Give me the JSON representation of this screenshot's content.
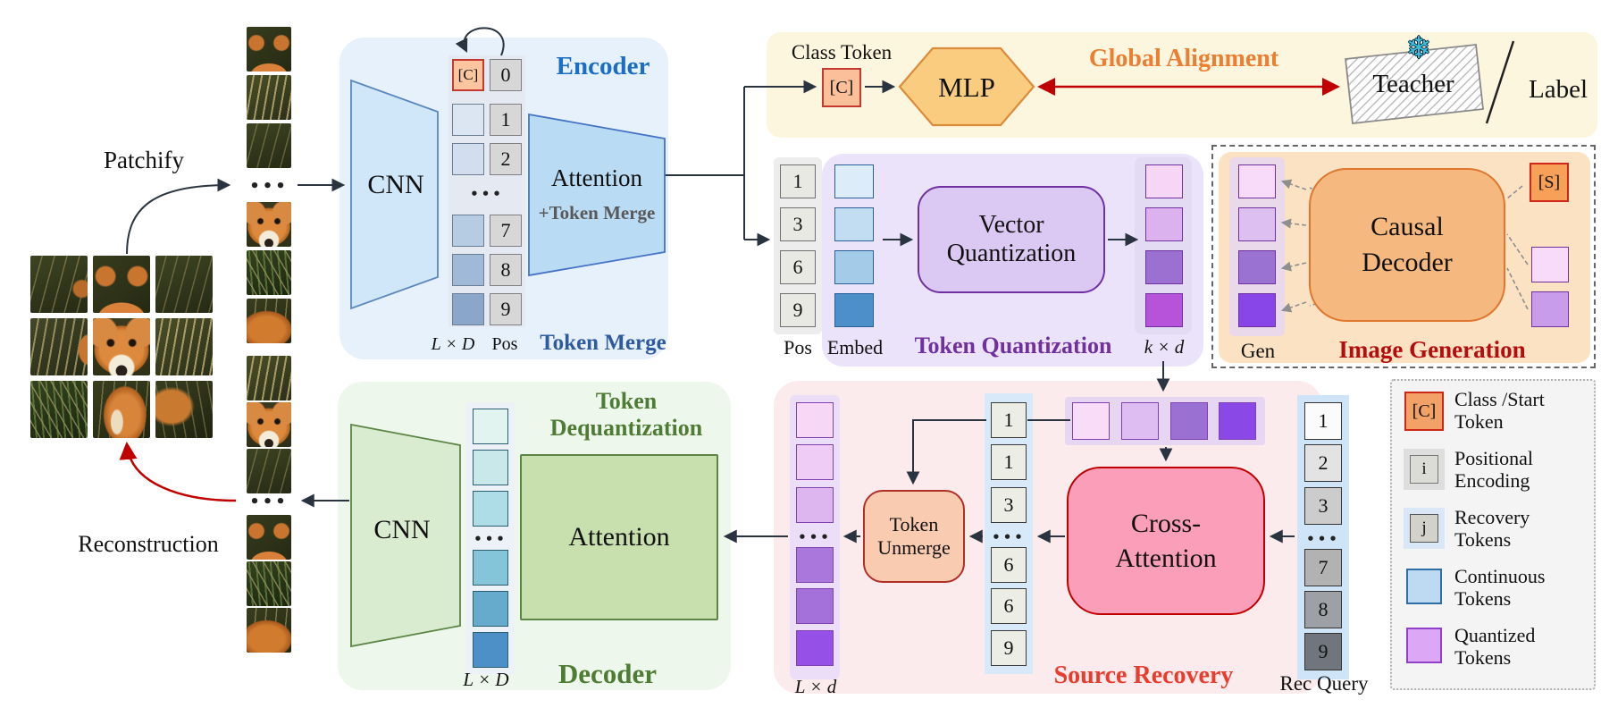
{
  "ellipsis": "•••",
  "left": {
    "patchify": "Patchify",
    "reconstruction": "Reconstruction"
  },
  "encoder": {
    "title": "Encoder",
    "cnn": "CNN",
    "attention": "Attention",
    "attention_sub": "+Token Merge",
    "class_token": "[C]",
    "positions": [
      "0",
      "1",
      "2",
      "7",
      "8",
      "9"
    ],
    "dims": "L × D",
    "pos_label": "Pos",
    "footer": "Token Merge"
  },
  "alignment": {
    "class_token_label": "Class Token",
    "class_token": "[C]",
    "mlp": "MLP",
    "title": "Global Alignment",
    "teacher": "Teacher",
    "separator": "/",
    "label": "Label",
    "frozen_icon": "❄"
  },
  "quantization": {
    "pos_values": [
      "1",
      "3",
      "6",
      "9"
    ],
    "pos_label": "Pos",
    "embed_label": "Embed",
    "vq_line1": "Vector",
    "vq_line2": "Quantization",
    "title": "Token Quantization",
    "dims": "k × d"
  },
  "generation": {
    "gen_label": "Gen",
    "decoder_line1": "Causal",
    "decoder_line2": "Decoder",
    "start_token": "[S]",
    "title": "Image Generation"
  },
  "decoder": {
    "cnn": "CNN",
    "attention": "Attention",
    "title_line1": "Token",
    "title_line2": "Dequantization",
    "dims": "L × D",
    "footer": "Decoder"
  },
  "recovery": {
    "unmerge_line1": "Token",
    "unmerge_line2": "Unmerge",
    "mid_values": [
      "1",
      "1",
      "3",
      "6",
      "6",
      "9"
    ],
    "ca_line1": "Cross-",
    "ca_line2": "Attention",
    "rec_values": [
      "1",
      "2",
      "3",
      "7",
      "8",
      "9"
    ],
    "rec_label": "Rec Query",
    "dims": "L × d",
    "title": "Source Recovery"
  },
  "legend": {
    "items": [
      {
        "symbol": "[C]",
        "line1": "Class /Start",
        "line2": "Token"
      },
      {
        "symbol": "i",
        "line1": "Positional",
        "line2": "Encoding"
      },
      {
        "symbol": "j",
        "line1": "Recovery",
        "line2": "Tokens"
      },
      {
        "symbol": "",
        "line1": "Continuous",
        "line2": "Tokens"
      },
      {
        "symbol": "",
        "line1": "Quantized",
        "line2": "Tokens"
      }
    ]
  },
  "colors": {
    "encoder_blue": "#1a6fc4",
    "token_merge_navy": "#2e5aa0",
    "quant_purple": "#7030a0",
    "generation_red": "#b50d0d",
    "recovery_red": "#e93c2c",
    "alignment_orange": "#ed7d31",
    "decoder_green": "#4e7c35",
    "arrow_red": "#c00000"
  }
}
